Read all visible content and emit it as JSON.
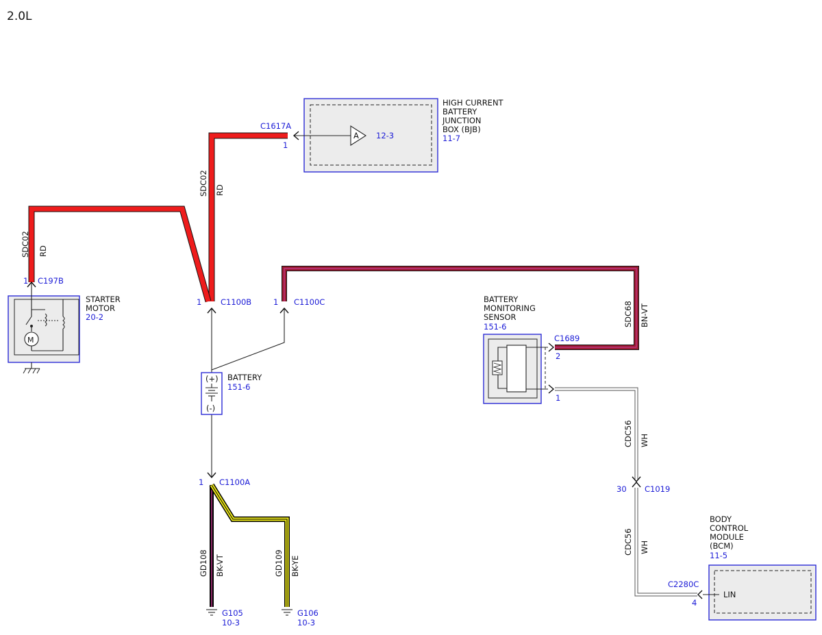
{
  "title": "2.0L",
  "colors": {
    "red": "#ee1c1c",
    "brown_violet": "#9b1b30",
    "violet_trace": "#c43a8f",
    "yellow": "#ece81a",
    "black": "#000000",
    "white_wire": "#bfbfbf",
    "label_blue": "#1a1ad6",
    "box_stroke": "#2b2bd6",
    "box_fill": "#ececec"
  },
  "components": {
    "bjb": {
      "name_lines": [
        "HIGH CURRENT",
        "BATTERY",
        "JUNCTION",
        "BOX (BJB)"
      ],
      "ref": "11-7",
      "fuse_label": "A",
      "fuse_ref": "12-3",
      "connector": "C1617A",
      "pin": "1"
    },
    "starter": {
      "name_lines": [
        "STARTER",
        "MOTOR"
      ],
      "ref": "20-2",
      "connector": "C197B",
      "pin": "1",
      "icon": "starter-motor-icon"
    },
    "battery": {
      "name": "BATTERY",
      "ref": "151-6",
      "pos": "(+)",
      "neg": "(-)"
    },
    "bms": {
      "name_lines": [
        "BATTERY",
        "MONITORING",
        "SENSOR"
      ],
      "ref": "151-6",
      "connector": "C1689",
      "pin_top": "2",
      "pin_bottom": "1"
    },
    "bcm": {
      "name_lines": [
        "BODY",
        "CONTROL",
        "MODULE",
        "(BCM)"
      ],
      "ref": "11-5",
      "connector": "C2280C",
      "pin": "4",
      "port": "LIN"
    }
  },
  "connectors": {
    "c1100b": {
      "name": "C1100B",
      "pin": "1"
    },
    "c1100c": {
      "name": "C1100C",
      "pin": "1"
    },
    "c1100a": {
      "name": "C1100A",
      "pin": "1"
    },
    "c1019": {
      "name": "C1019",
      "pin": "30"
    }
  },
  "wires": {
    "sdc02_main": {
      "circuit": "SDC02",
      "color": "RD"
    },
    "sdc02_starter": {
      "circuit": "SDC02",
      "color": "RD"
    },
    "sdc68": {
      "circuit": "SDC68",
      "color": "BN-VT"
    },
    "cdc56_upper": {
      "circuit": "CDC56",
      "color": "WH"
    },
    "cdc56_lower": {
      "circuit": "CDC56",
      "color": "WH"
    },
    "gd108": {
      "circuit": "GD108",
      "color": "BK-VT"
    },
    "gd109": {
      "circuit": "GD109",
      "color": "BK-YE"
    }
  },
  "grounds": {
    "g105": {
      "name": "G105",
      "ref": "10-3"
    },
    "g106": {
      "name": "G106",
      "ref": "10-3"
    }
  }
}
